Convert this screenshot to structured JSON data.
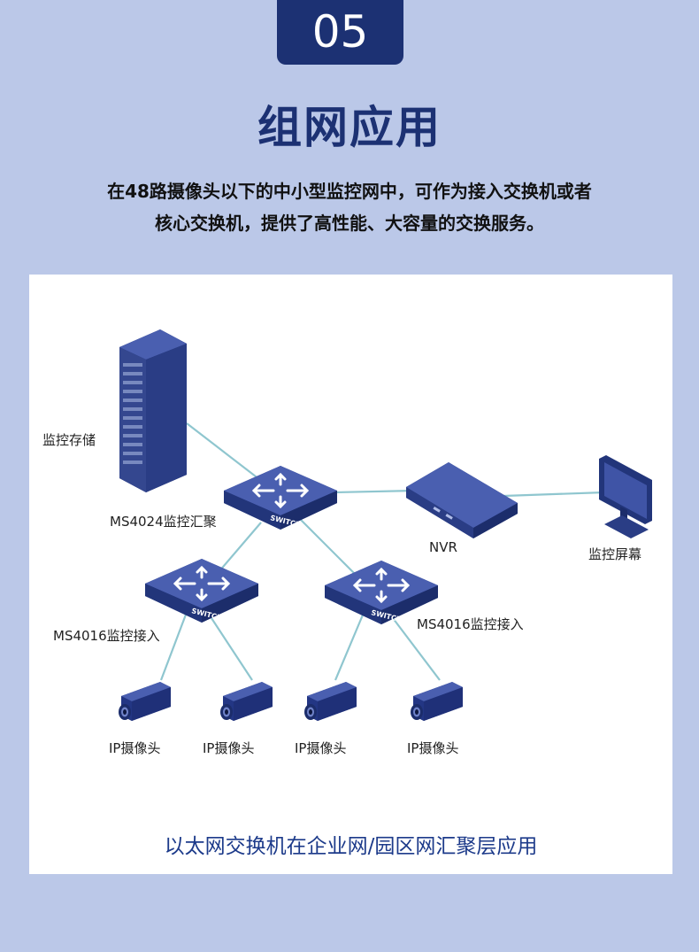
{
  "badge": "05",
  "title": "组网应用",
  "description": {
    "line1": "在48路摄像头以下的中小型监控网中，可作为接入交换机或者",
    "line2": "核心交换机，提供了高性能、大容量的交换服务。"
  },
  "diagram": {
    "labels": {
      "storage": "监控存储",
      "core_switch": "MS4024监控汇聚",
      "nvr": "NVR",
      "monitor": "监控屏幕",
      "access_left": "MS4016监控接入",
      "access_right": "MS4016监控接入",
      "cameras": [
        "IP摄像头",
        "IP摄像头",
        "IP摄像头",
        "IP摄像头"
      ]
    },
    "switch_text": "SWITCH",
    "caption": "以太网交换机在企业网/园区网汇聚层应用"
  },
  "colors": {
    "background": "#bbc8e8",
    "navy": "#1c3173",
    "device_blue": "#3f54a6",
    "link": "#8fc6cf",
    "caption": "#1c3a8a"
  }
}
